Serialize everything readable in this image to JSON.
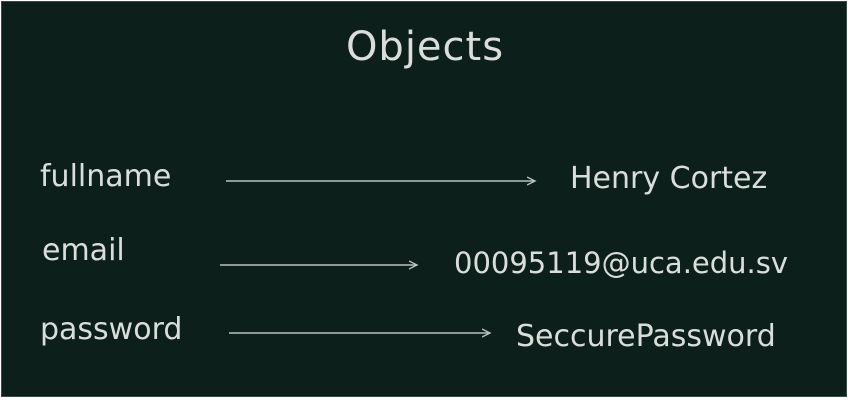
{
  "title": "Objects",
  "rows": [
    {
      "key": "fullname",
      "value": "Henry Cortez"
    },
    {
      "key": "email",
      "value": "00095119@uca.edu.sv"
    },
    {
      "key": "password",
      "value": "SeccurePassword"
    }
  ],
  "colors": {
    "background": "#0d1f1a",
    "text": "#d9dedb",
    "arrow": "#b9c2bf"
  }
}
